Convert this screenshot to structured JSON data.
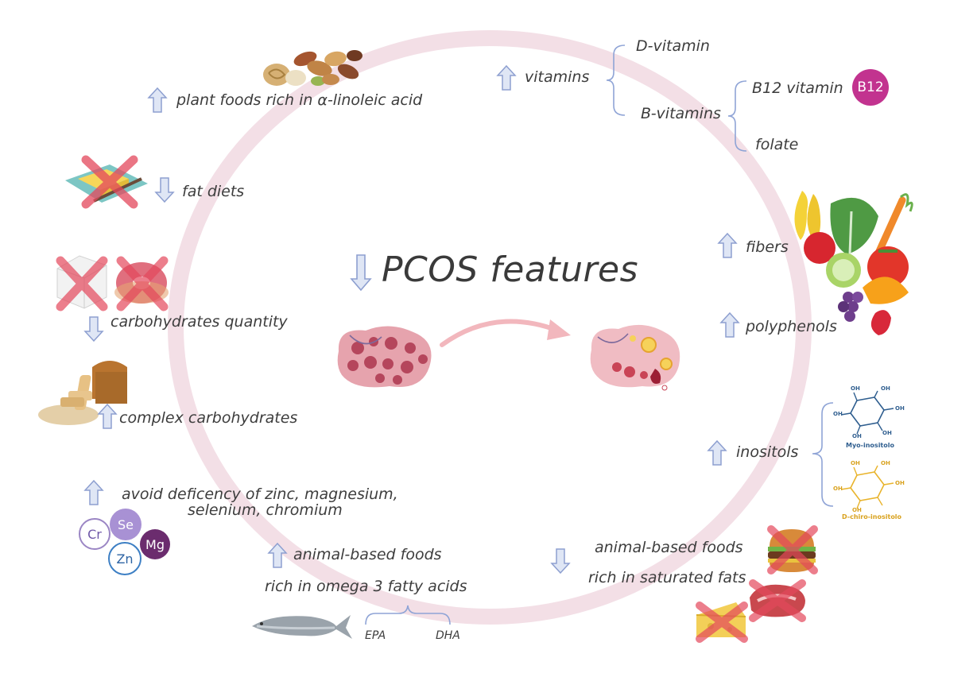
{
  "center": {
    "title": "PCOS features"
  },
  "labels": {
    "plant_foods": "plant foods rich in α-linoleic acid",
    "vitamins": "vitamins",
    "d_vitamin": "D-vitamin",
    "b_vitamins": "B-vitamins",
    "b12_vitamin": "B12 vitamin",
    "folate": "folate",
    "b12_badge": "B12",
    "fat_diets": "fat diets",
    "fibers": "fibers",
    "polyphenols": "polyphenols",
    "carb_quantity": "carbohydrates quantity",
    "complex_carbs": "complex carbohydrates",
    "inositols": "inositols",
    "myo_inositol": "Myo-inositolo",
    "d_chiro_inositol": "D-chiro-inositolo",
    "oh": "OH",
    "minerals_line1": "avoid deficency of zinc, magnesium,",
    "minerals_line2": "selenium, chromium",
    "animal_foods_omega": "animal-based foods",
    "omega3": "rich in omega 3 fatty acids",
    "epa": "EPA",
    "dha": "DHA",
    "animal_foods_sat": "animal-based foods",
    "saturated": "rich in saturated fats"
  },
  "minerals": [
    "Cr",
    "Se",
    "Zn",
    "Mg"
  ],
  "arrows": {
    "plant_foods": "up",
    "vitamins": "up",
    "fat_diets": "down",
    "pcos": "down",
    "fibers": "up",
    "polyphenols": "up",
    "carb_quantity": "down",
    "complex_carbs": "up",
    "inositols": "up",
    "minerals": "up",
    "animal_foods_omega": "up",
    "animal_foods_sat": "down"
  },
  "colors": {
    "ring": "#f1dbe3",
    "arrow_fill": "#dfe6f5",
    "arrow_stroke": "#8d9fd0",
    "brace": "#8fa4d6",
    "b12": "#c2338f",
    "cross": "#e4485c",
    "ovary": "#dfa4ad",
    "transition_arrow": "#f2b7bd"
  }
}
